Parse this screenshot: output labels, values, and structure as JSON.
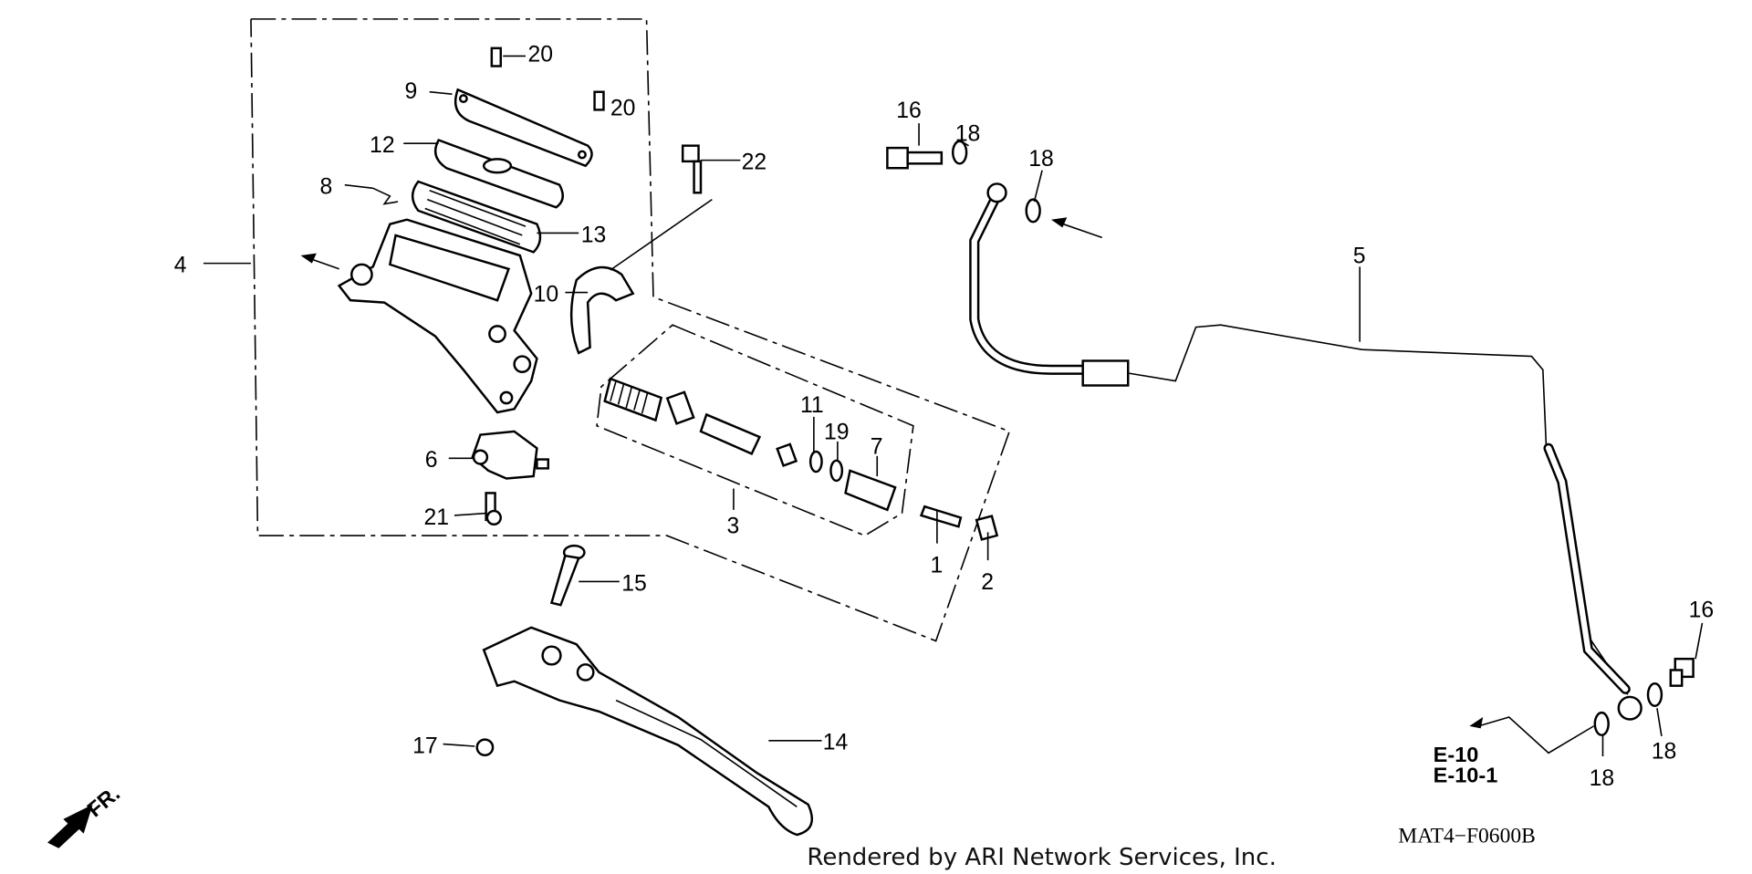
{
  "diagram": {
    "callouts": {
      "c20a": "20",
      "c9": "9",
      "c20b": "20",
      "c12": "12",
      "c8": "8",
      "c22": "22",
      "c13": "13",
      "c16a": "16",
      "c18a": "18",
      "c18b": "18",
      "c4": "4",
      "c10": "10",
      "c5": "5",
      "c11": "11",
      "c19": "19",
      "c7": "7",
      "c6": "6",
      "c3": "3",
      "c21": "21",
      "c1": "1",
      "c2": "2",
      "c15": "15",
      "c16b": "16",
      "c14": "14",
      "c17": "17",
      "c18c": "18",
      "c18d": "18"
    },
    "refs": {
      "e10": "E-10",
      "e10_1": "E-10-1"
    },
    "front_marker": "FR.",
    "diagram_code": "MAT4−F0600B",
    "credit": "Rendered by ARI Network Services, Inc."
  }
}
